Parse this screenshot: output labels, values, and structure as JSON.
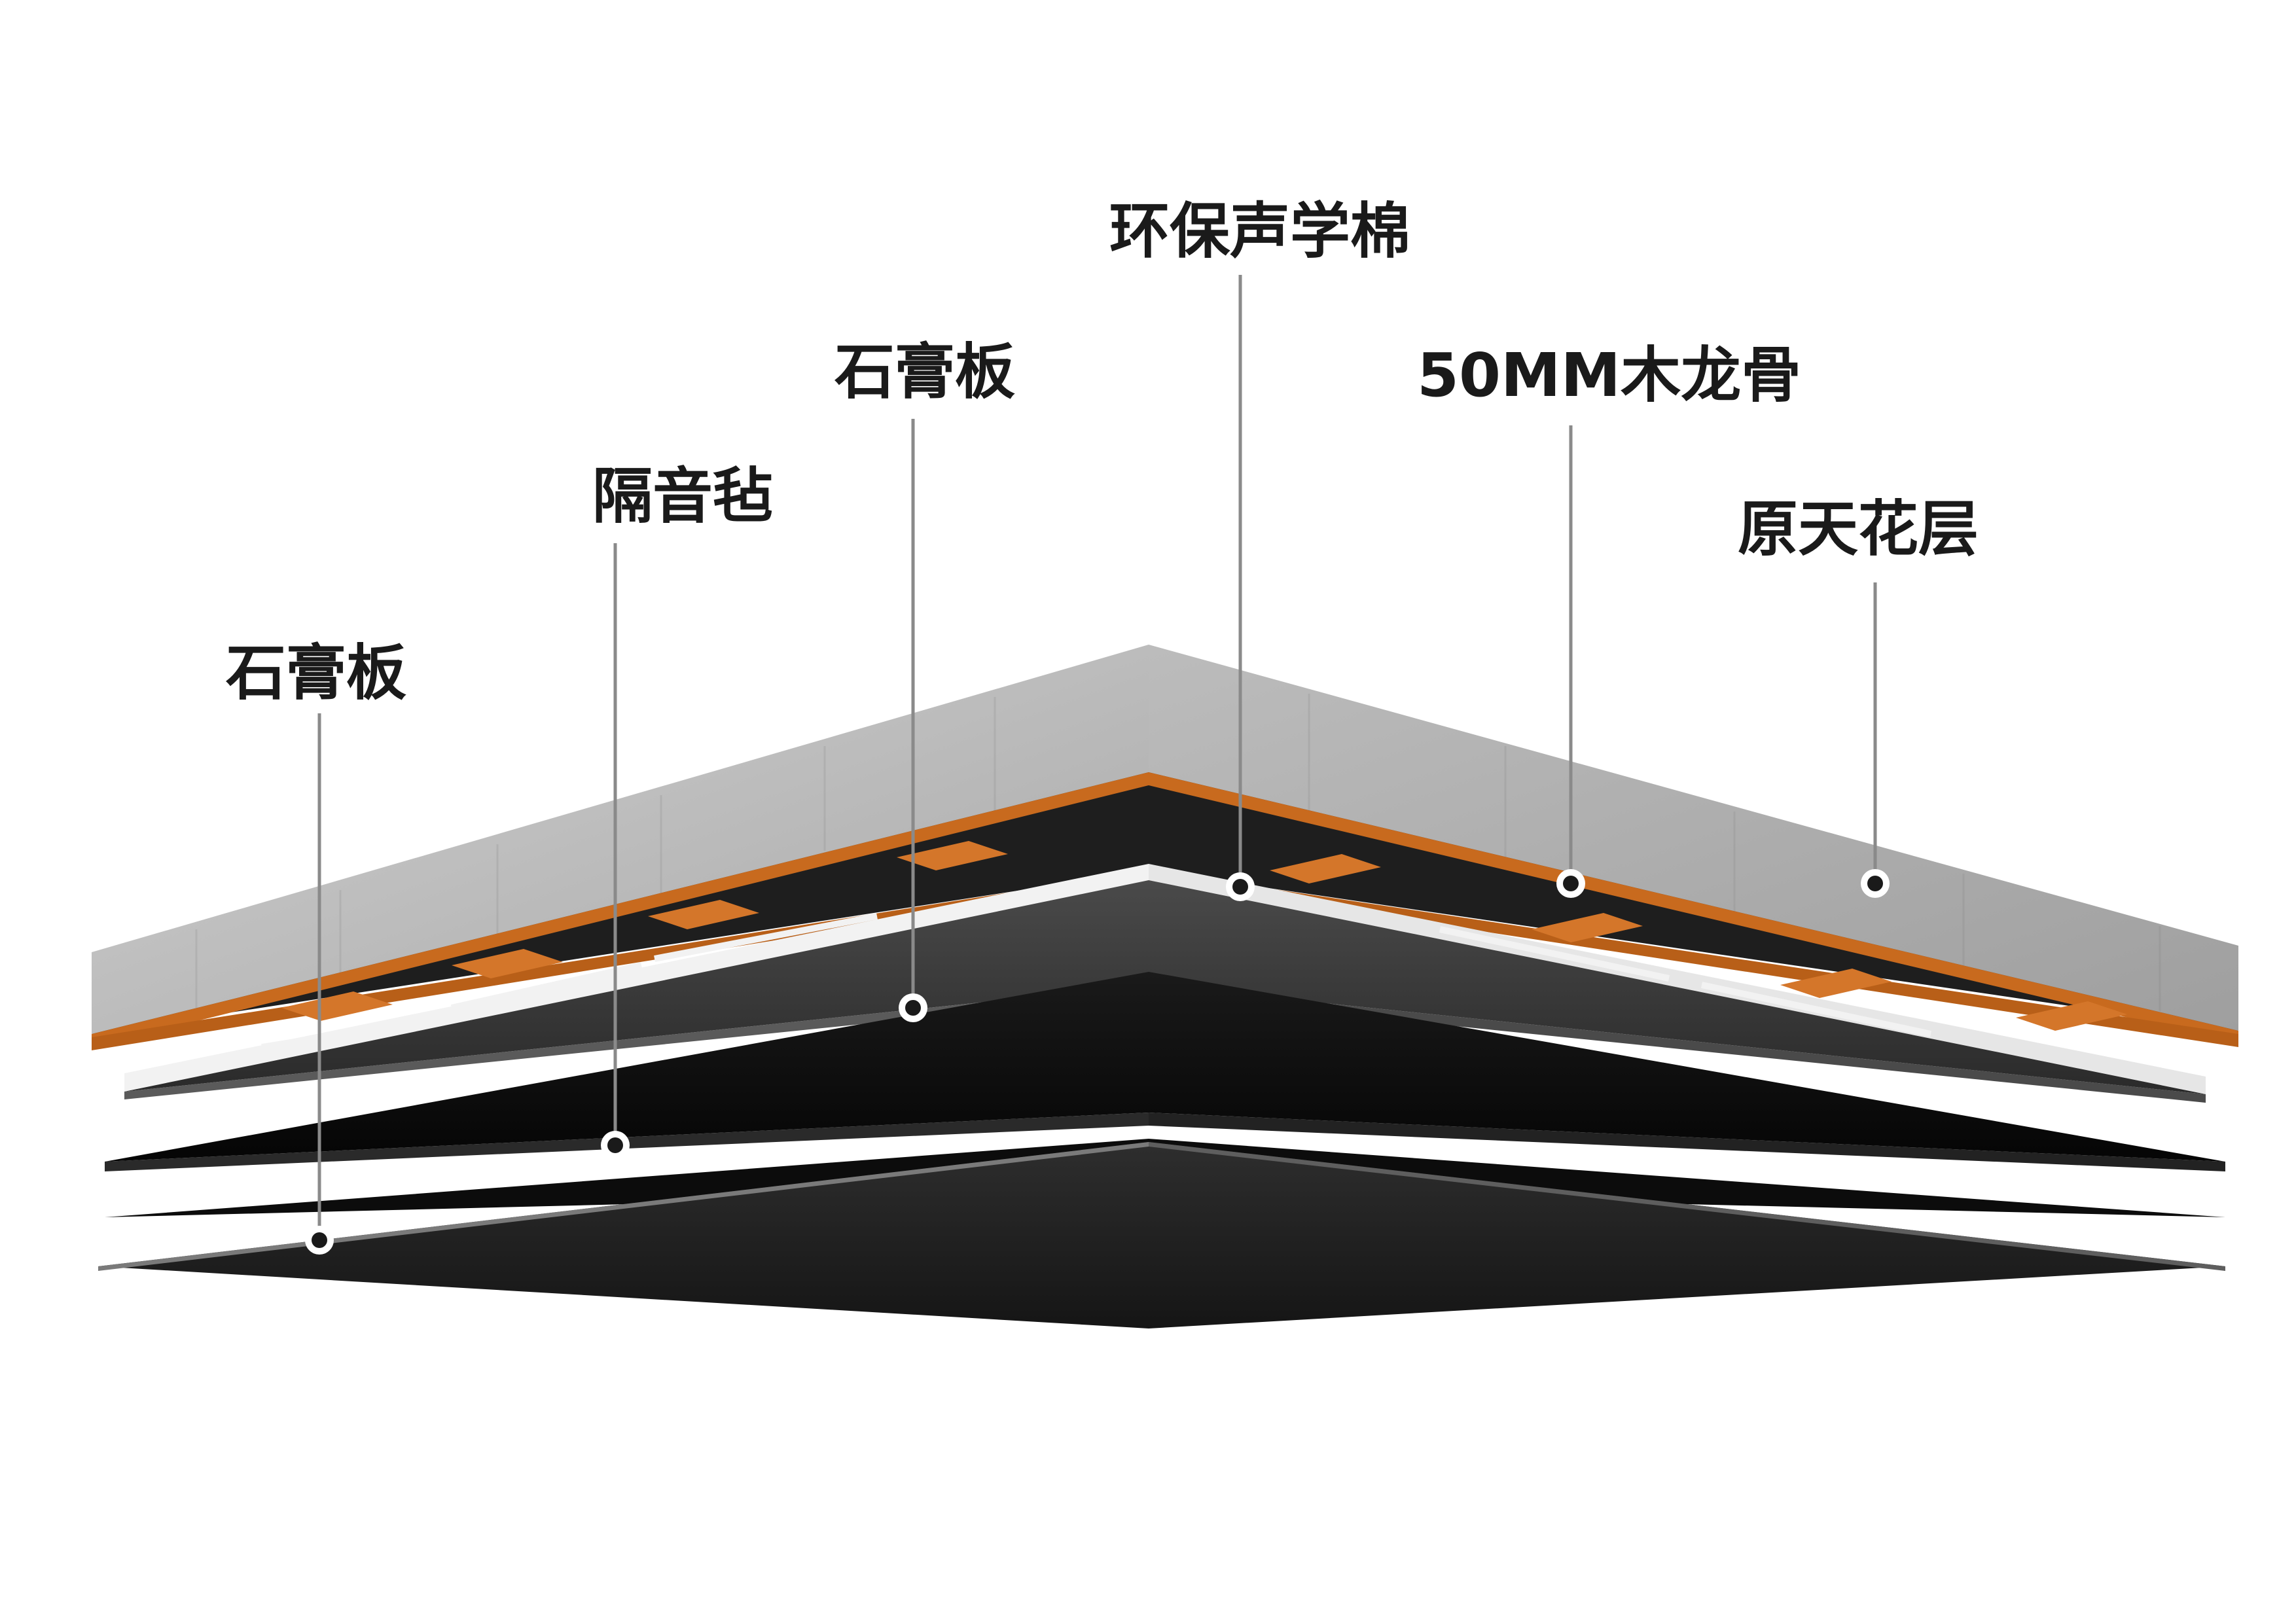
{
  "diagram": {
    "labels": {
      "gypsum_bottom": "石膏板",
      "soundproof_felt": "隔音毡",
      "gypsum_middle": "石膏板",
      "acoustic_cotton": "环保声学棉",
      "wood_keel": "50MM木龙骨",
      "original_ceiling": "原天花层"
    },
    "colors": {
      "concrete": "#bfbfbf",
      "wood": "#c86a1e",
      "cavity": "#1e1e1e",
      "panel_dark": "#3a3a3a",
      "panel_black": "#0e0e0e",
      "cotton_edge": "#f2f2f2",
      "leader_line": "#8a8a8a",
      "label_text": "#1a1a1a"
    }
  }
}
